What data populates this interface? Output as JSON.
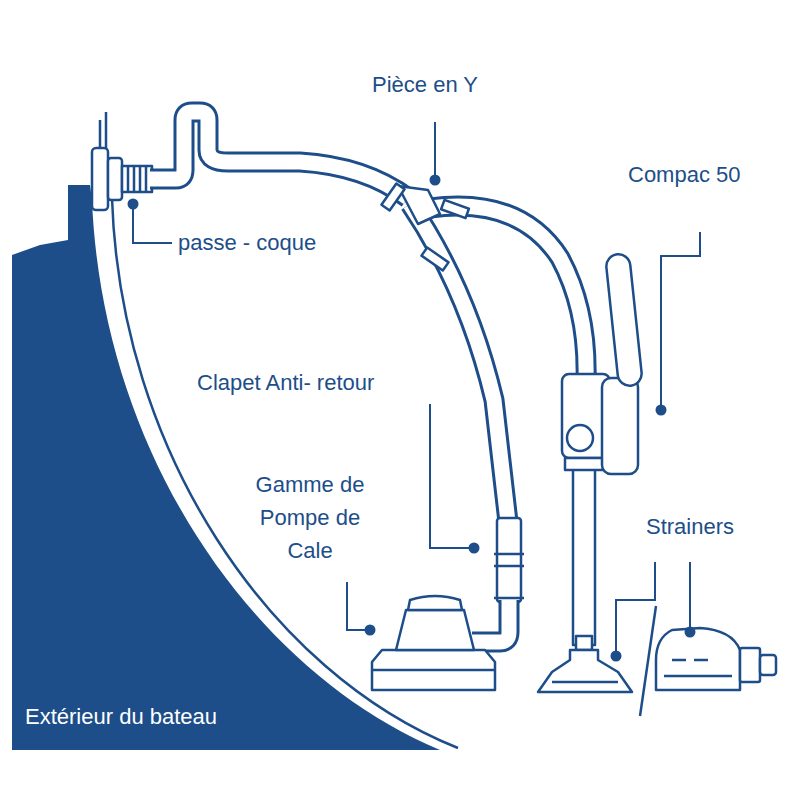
{
  "diagram": {
    "nodes": [
      {
        "text": [
          "Extérieur du bateau"
        ]
      }
    ],
    "labels": [
      "Pièce en Y",
      "Compac 50",
      "passe - coque",
      "Clapet Anti- retour",
      "Gamme de Pompe de Cale",
      "Strainers"
    ]
  }
}
